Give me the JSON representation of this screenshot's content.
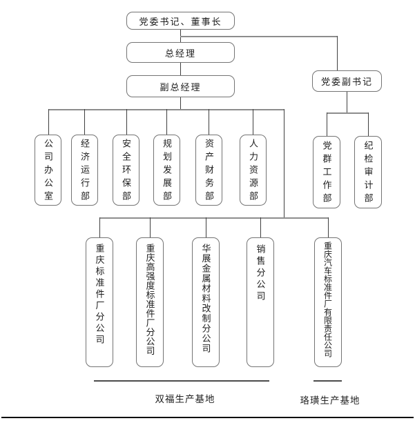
{
  "diagram": {
    "type": "org-chart",
    "nodes": {
      "chairman": "党委书记、董事长",
      "general_manager": "总经理",
      "deputy_general_manager": "副总经理",
      "deputy_party_secretary": "党委副书记",
      "departments": [
        "公司办公室",
        "经济运行部",
        "安全环保部",
        "规划发展部",
        "资产财务部",
        "人力资源部"
      ],
      "party_departments": [
        "党群工作部",
        "纪检审计部"
      ],
      "subsidiaries": [
        "重庆标准件厂分公司",
        "重庆高强度标准件厂分公司",
        "华展金属材料改制分公司",
        "销售分公司",
        "重庆汽车标准件厂有限责任公司"
      ]
    },
    "base_labels": [
      "双福生产基地",
      "珞璜生产基地"
    ],
    "colors": {
      "background": "#ffffff",
      "box_border": "#737373",
      "connector": "#8c8c8c",
      "stub": "#3e3e3e",
      "text": "#1c1c1c",
      "footer_rule": "#000000"
    }
  }
}
